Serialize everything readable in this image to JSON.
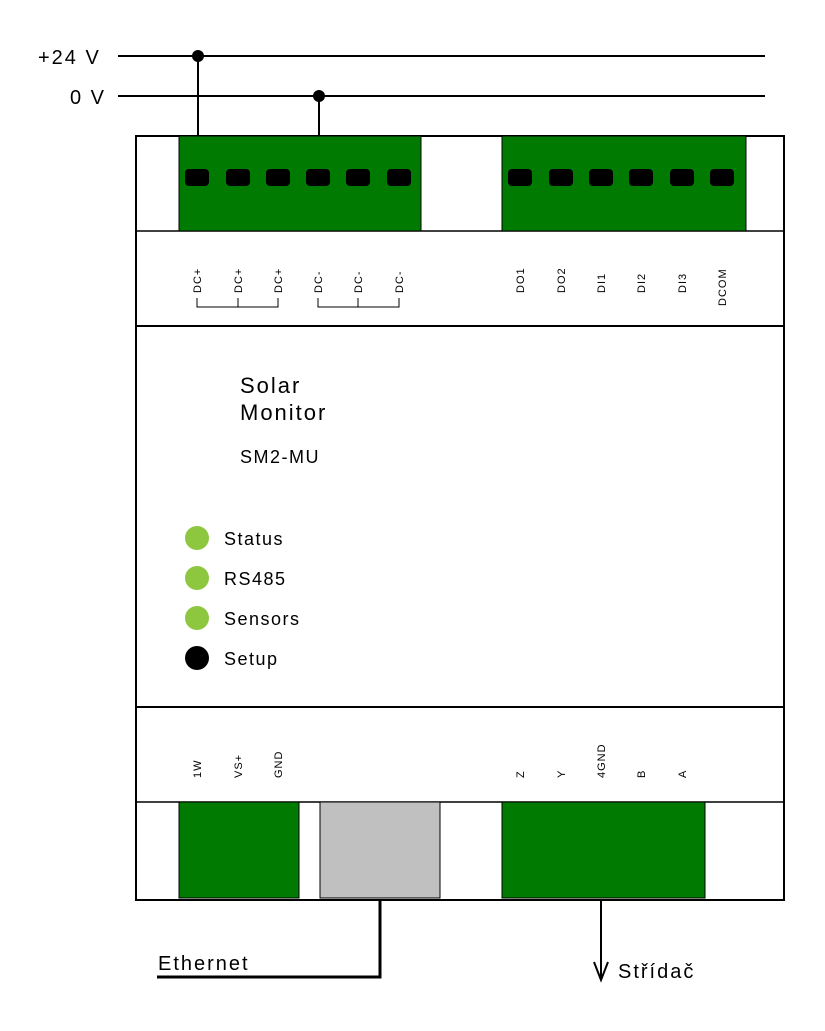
{
  "supply": {
    "plus_label": "+24 V",
    "zero_label": "0 V"
  },
  "device": {
    "name_line1": "Solar",
    "name_line2": "Monitor",
    "model": "SM2-MU"
  },
  "top_terminals": {
    "left": [
      "DC+",
      "DC+",
      "DC+",
      "DC-",
      "DC-",
      "DC-"
    ],
    "right": [
      "DO1",
      "DO2",
      "DI1",
      "DI2",
      "DI3",
      "DCOM"
    ]
  },
  "bottom_terminals": {
    "left": [
      "1W",
      "VS+",
      "GND"
    ],
    "right": [
      "Z",
      "Y",
      "4GND",
      "B",
      "A"
    ]
  },
  "leds": [
    {
      "label": "Status",
      "color": "#8dc63f"
    },
    {
      "label": "RS485",
      "color": "#8dc63f"
    },
    {
      "label": "Sensors",
      "color": "#8dc63f"
    },
    {
      "label": "Setup",
      "color": "#000000"
    }
  ],
  "connections": {
    "ethernet": "Ethernet",
    "inverter": "Střídač"
  },
  "colors": {
    "terminal": "#007a00",
    "port": "#c0c0c0"
  }
}
